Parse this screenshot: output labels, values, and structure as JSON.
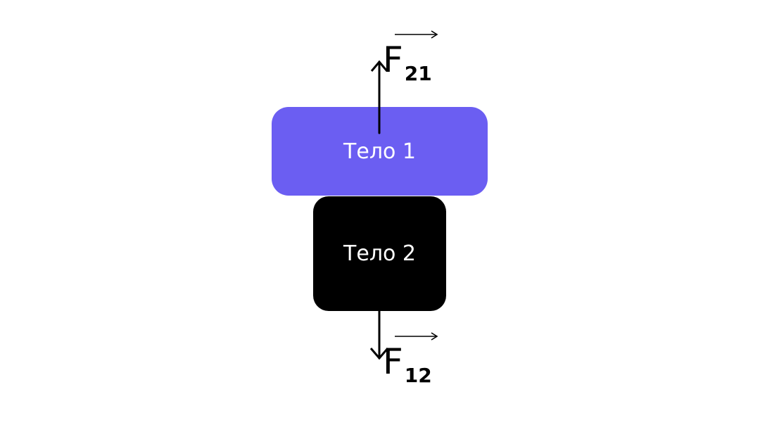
{
  "colors": {
    "body1_fill": "#6b5ef2",
    "body2_fill": "#000000",
    "body_text": "#ffffff",
    "arrow": "#000000"
  },
  "body1": {
    "label": "Тело 1"
  },
  "body2": {
    "label": "Тело 2"
  },
  "force_up": {
    "letter": "F",
    "subscript": "21",
    "vector_icon": "vector-arrow-icon"
  },
  "force_down": {
    "letter": "F",
    "subscript": "12",
    "vector_icon": "vector-arrow-icon"
  }
}
